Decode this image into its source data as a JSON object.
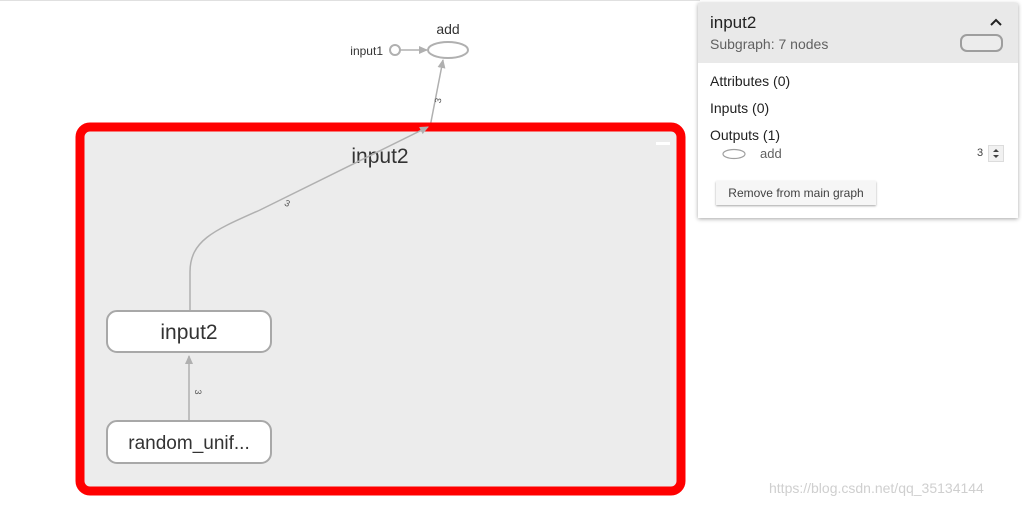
{
  "graph": {
    "main_nodes": {
      "add_label": "add",
      "input1_label": "input1"
    },
    "expanded_group": {
      "title": "input2",
      "highlight_color": "#ff0000",
      "nodes": [
        {
          "label": "input2"
        },
        {
          "label": "random_unif..."
        }
      ]
    },
    "edge_labels": {
      "group_to_add": "3",
      "inner_to_group": "3",
      "random_to_input2": "3"
    },
    "colors": {
      "group_fill": "#ececec",
      "edge": "#b0b0b0"
    }
  },
  "info_panel": {
    "title": "input2",
    "subtitle": "Subgraph: 7 nodes",
    "attributes_label": "Attributes (0)",
    "inputs_label": "Inputs (0)",
    "outputs_label": "Outputs (1)",
    "outputs": [
      {
        "name": "add",
        "count": "3"
      }
    ],
    "remove_button": "Remove from main graph"
  },
  "watermark": "https://blog.csdn.net/qq_35134144"
}
